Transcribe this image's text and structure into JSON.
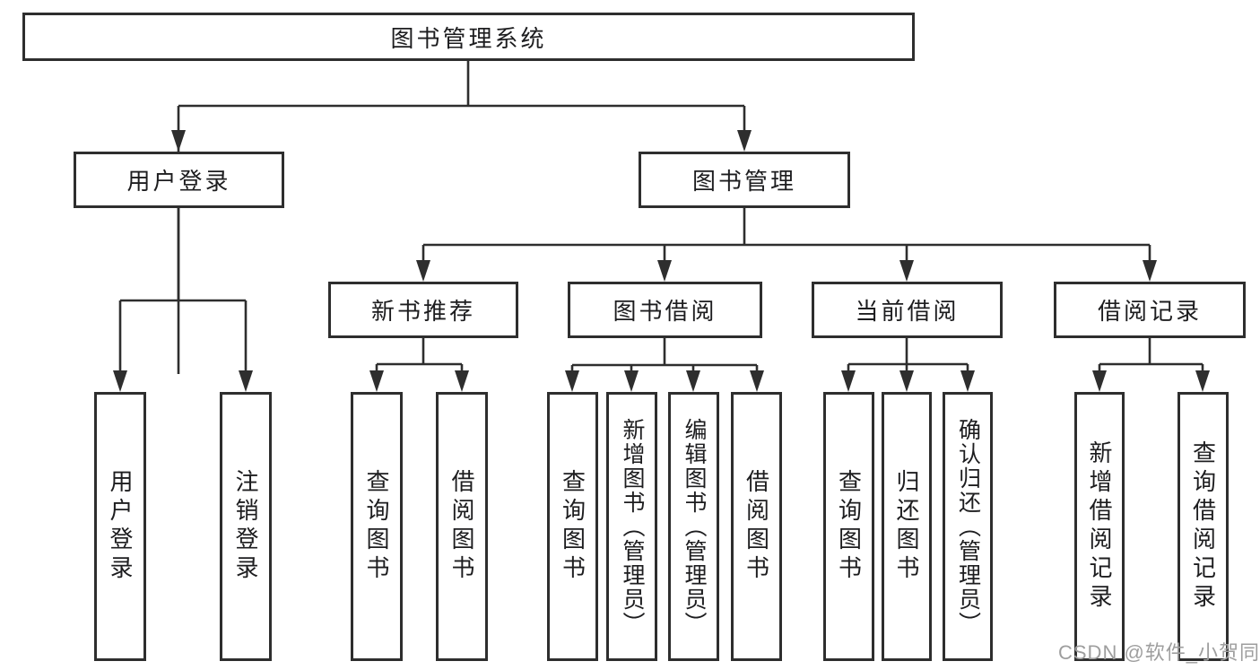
{
  "colors": {
    "line": "#2e2e2e",
    "box_border": "#2e2e2e",
    "text": "#1d1d1f",
    "watermark_text": "#9e9e9e"
  },
  "watermark": "CSDN @软件_小贺同学",
  "nodes": {
    "root": "图书管理系统",
    "user_login": "用户登录",
    "book_management": "图书管理",
    "new_book_recommend": "新书推荐",
    "book_borrow": "图书借阅",
    "current_borrow": "当前借阅",
    "borrow_records": "借阅记录",
    "leaf_user_login": "用户登录",
    "leaf_logout": "注销登录",
    "nbr_query_books": "查询图书",
    "nbr_borrow_books": "借阅图书",
    "bb_query_books": "查询图书",
    "bb_add_books": "新增图书（管理员）",
    "bb_edit_books": "编辑图书（管理员）",
    "bb_borrow_books": "借阅图书",
    "cb_query_books": "查询图书",
    "cb_return_books": "归还图书",
    "cb_confirm_return": "确认归还（管理员）",
    "br_add_record": "新增借阅记录",
    "br_query_record": "查询借阅记录"
  }
}
